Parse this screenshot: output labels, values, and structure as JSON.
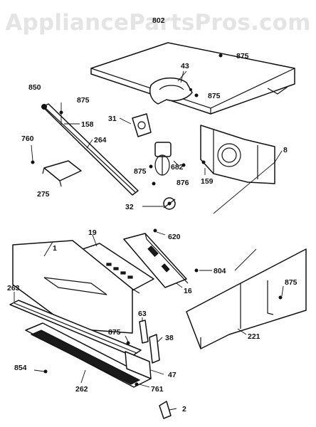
{
  "watermark": "AppliancePartsPros.com",
  "labels": {
    "p802": "802",
    "p875a": "875",
    "p43": "43",
    "p875b": "875",
    "p850": "850",
    "p875c": "875",
    "p31": "31",
    "p158": "158",
    "p264": "264",
    "p760": "760",
    "p8": "8",
    "p875d": "875",
    "p682": "682",
    "p876": "876",
    "p159": "159",
    "p275": "275",
    "p32": "32",
    "p620": "620",
    "p19": "19",
    "p1": "1",
    "p804": "804",
    "p16": "16",
    "p875e": "875",
    "p263": "263",
    "p63": "63",
    "p875f": "875",
    "p38": "38",
    "p221": "221",
    "p854": "854",
    "p47": "47",
    "p262": "262",
    "p761": "761",
    "p2": "2"
  }
}
